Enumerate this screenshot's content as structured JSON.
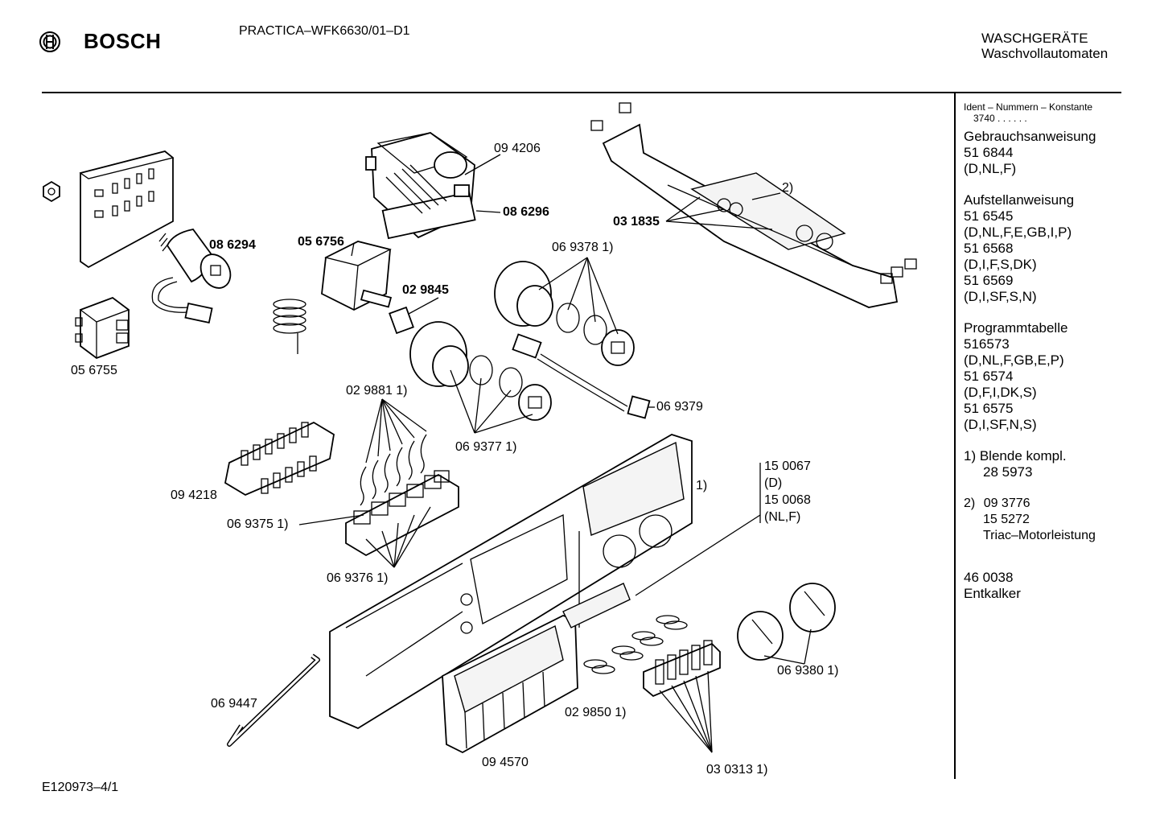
{
  "header": {
    "brand": "BOSCH",
    "model": "PRACTICA–WFK6630/01–D1",
    "category_line1": "WASCHGERÄTE",
    "category_line2": "Waschvollautomaten"
  },
  "footer": {
    "drawing_id": "E120973–4/1"
  },
  "sidebar": {
    "ident_label": "Ident – Nummern – Konstante",
    "ident_value": "3740 . .  . . . .",
    "gebrauch_title": "Gebrauchsanweisung",
    "gebrauch_items": [
      "51 6844",
      "(D,NL,F)"
    ],
    "aufstell_title": "Aufstellanweisung",
    "aufstell_items": [
      "51 6545",
      "(D,NL,F,E,GB,I,P)",
      "51 6568",
      "(D,I,F,S,DK)",
      "51 6569",
      "(D,I,SF,S,N)"
    ],
    "programm_title": "Programmtabelle",
    "programm_items": [
      "516573",
      "(D,NL,F,GB,E,P)",
      "51 6574",
      "(D,F,I,DK,S)",
      "51 6575",
      "(D,I,SF,N,S)"
    ],
    "note1_text": "1)  Blende kompl.",
    "note1_value": "28 5973",
    "note2_marker": "2)",
    "note2_items": [
      "09 3776",
      "15 5272",
      "Triac–Motorleistung"
    ],
    "extra_number": "46 0038",
    "extra_label": "Entkalker"
  },
  "parts": {
    "p094206": "09 4206",
    "p086296": "08 6296",
    "p086294": "08 6294",
    "p056756": "05 6756",
    "p029845": "02 9845",
    "p056755": "05 6755",
    "p031835": "03 1835",
    "note2_callout": "2)",
    "p069378": "06 9378 1)",
    "p029881": "02 9881 1)",
    "p069377": "06 9377 1)",
    "p069379": "06 9379",
    "p094218": "09 4218",
    "p069375": "06 9375 1)",
    "p069376": "06 9376 1)",
    "p150067": "15 0067",
    "p150067_lang": "(D)",
    "p150068": "15 0068",
    "p150068_lang": "(NL,F)",
    "panel_note": "1)",
    "p069447": "06 9447",
    "p094570": "09 4570",
    "p029850": "02 9850 1)",
    "p030313": "03 0313 1)",
    "p069380": "06 9380 1)"
  }
}
